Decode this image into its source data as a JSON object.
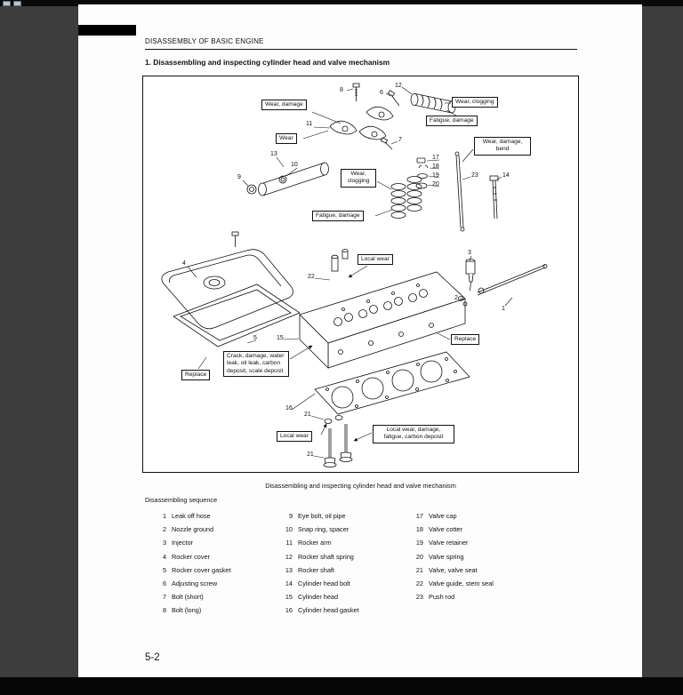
{
  "window": {
    "icons": [
      "window-icon",
      "window-icon"
    ]
  },
  "page": {
    "header": "DISASSEMBLY OF BASIC ENGINE",
    "section_title": "1. Disassembling and inspecting cylinder head and valve mechanism",
    "figure_caption": "Disassembling and inspecting cylinder head and valve mechanism",
    "sequence_title": "Disassembling sequence",
    "page_number": "5-2"
  },
  "diagram": {
    "labels": [
      {
        "text": "Wear, damage"
      },
      {
        "text": "Wear, clogging"
      },
      {
        "text": "Fatigue, damage"
      },
      {
        "text": "Wear"
      },
      {
        "text": "Wear, damage, bend"
      },
      {
        "text": "Wear, clogging"
      },
      {
        "text": "Fatigue, damage"
      },
      {
        "text": "Local wear"
      },
      {
        "text": "Replace"
      },
      {
        "text": "Crack, damage, water leak, oil leak, carbon deposit, scale deposit"
      },
      {
        "text": "Replace"
      },
      {
        "text": "Local wear"
      },
      {
        "text": "Local wear, damage, fatigue, carbon deposit"
      }
    ],
    "callouts": [
      "8",
      "6",
      "12",
      "11",
      "7",
      "13",
      "10",
      "9",
      "17",
      "18",
      "19",
      "20",
      "23",
      "14",
      "22",
      "15",
      "3",
      "2",
      "1",
      "4",
      "5",
      "16",
      "21",
      "21"
    ]
  },
  "sequence": {
    "cols": [
      [
        {
          "num": "1",
          "label": "Leak off hose"
        },
        {
          "num": "2",
          "label": "Nozzle ground"
        },
        {
          "num": "3",
          "label": "Injector"
        },
        {
          "num": "4",
          "label": "Rocker cover"
        },
        {
          "num": "5",
          "label": "Rocker cover gasket"
        },
        {
          "num": "6",
          "label": "Adjusting screw"
        },
        {
          "num": "7",
          "label": "Bolt (short)"
        },
        {
          "num": "8",
          "label": "Bolt (long)"
        }
      ],
      [
        {
          "num": "9",
          "label": "Eye bolt, oil pipe"
        },
        {
          "num": "10",
          "label": "Snap ring, spacer"
        },
        {
          "num": "11",
          "label": "Rocker arm"
        },
        {
          "num": "12",
          "label": "Rocker shaft spring"
        },
        {
          "num": "13",
          "label": "Rocker shaft"
        },
        {
          "num": "14",
          "label": "Cylinder head bolt"
        },
        {
          "num": "15",
          "label": "Cylinder head"
        },
        {
          "num": "16",
          "label": "Cylinder head gasket"
        }
      ],
      [
        {
          "num": "17",
          "label": "Valve cap"
        },
        {
          "num": "18",
          "label": "Valve cotter"
        },
        {
          "num": "19",
          "label": "Valve retainer"
        },
        {
          "num": "20",
          "label": "Valve spring"
        },
        {
          "num": "21",
          "label": "Valve, valve seat"
        },
        {
          "num": "22",
          "label": "Valve guide, stem seal"
        },
        {
          "num": "23",
          "label": "Push rod"
        }
      ]
    ]
  }
}
